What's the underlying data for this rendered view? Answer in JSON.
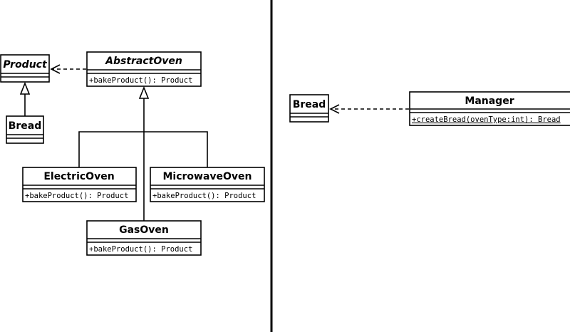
{
  "left_diagram": {
    "product": {
      "name": "Product"
    },
    "abstract_oven": {
      "name": "AbstractOven",
      "operation": "+bakeProduct(): Product"
    },
    "bread": {
      "name": "Bread"
    },
    "electric_oven": {
      "name": "ElectricOven",
      "operation": "+bakeProduct(): Product"
    },
    "microwave_oven": {
      "name": "MicrowaveOven",
      "operation": "+bakeProduct(): Product"
    },
    "gas_oven": {
      "name": "GasOven",
      "operation": "+bakeProduct(): Product"
    }
  },
  "right_diagram": {
    "bread": {
      "name": "Bread"
    },
    "manager": {
      "name": "Manager",
      "operation": "+createBread(ovenType:int): Bread"
    }
  }
}
